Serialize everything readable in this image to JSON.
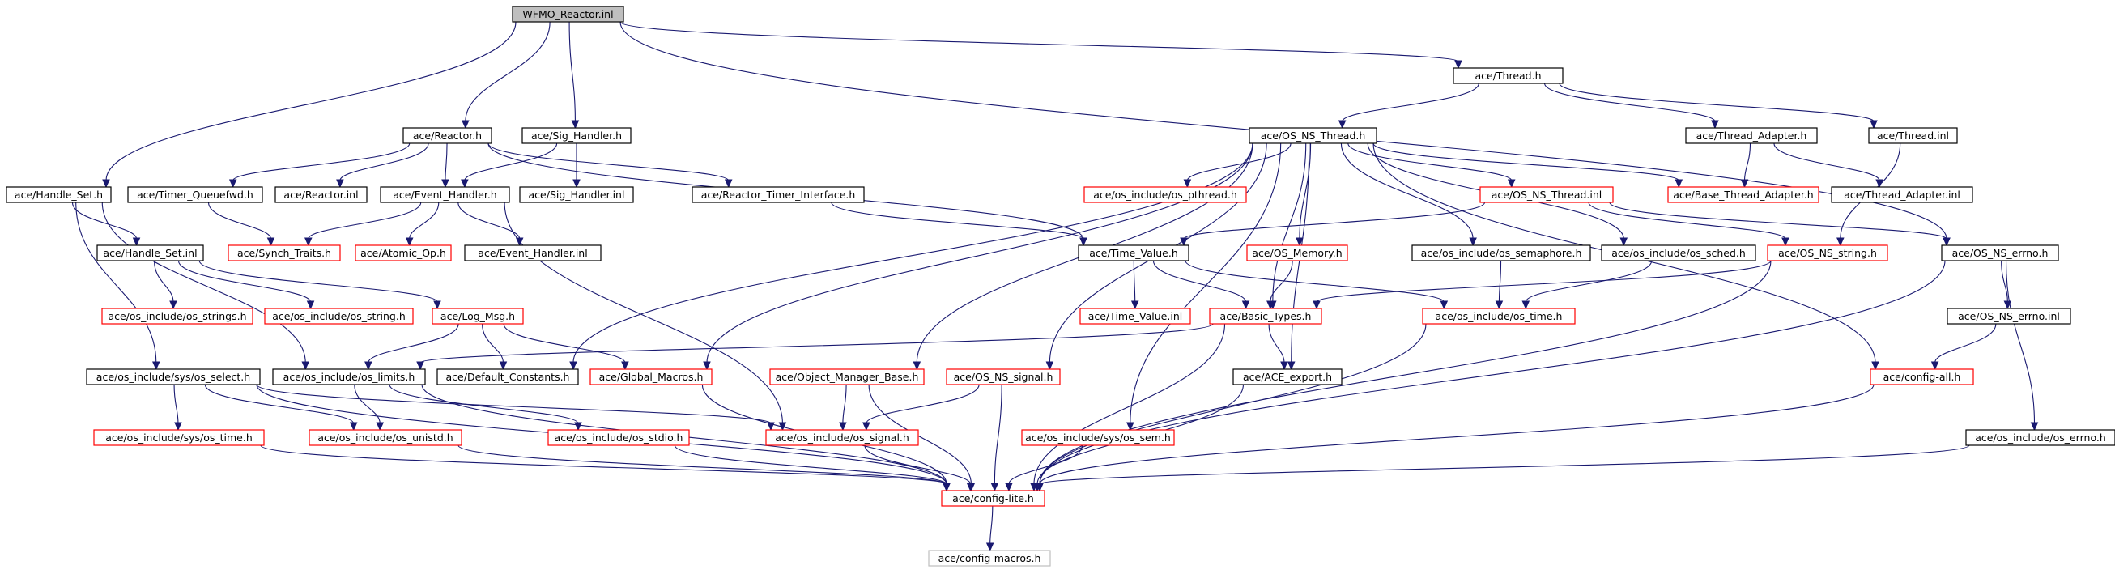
{
  "graph": {
    "edge_color": "#191970",
    "node_border_colors": {
      "normal": "#000000",
      "truncated": "#ff0000",
      "external": "#bfbfbf",
      "root_fill": "#bfbfbf"
    },
    "nodes": [
      {
        "id": "wfmo",
        "label": "WFMO_Reactor.inl",
        "status": "root"
      },
      {
        "id": "thread_h",
        "label": "ace/Thread.h",
        "status": "normal"
      },
      {
        "id": "reactor_h",
        "label": "ace/Reactor.h",
        "status": "normal"
      },
      {
        "id": "sighandler_h",
        "label": "ace/Sig_Handler.h",
        "status": "normal"
      },
      {
        "id": "osns_thread_h",
        "label": "ace/OS_NS_Thread.h",
        "status": "normal"
      },
      {
        "id": "thread_adapter_h",
        "label": "ace/Thread_Adapter.h",
        "status": "normal"
      },
      {
        "id": "thread_inl",
        "label": "ace/Thread.inl",
        "status": "normal"
      },
      {
        "id": "handle_set_h",
        "label": "ace/Handle_Set.h",
        "status": "normal"
      },
      {
        "id": "timer_queuefwd_h",
        "label": "ace/Timer_Queuefwd.h",
        "status": "normal"
      },
      {
        "id": "reactor_inl",
        "label": "ace/Reactor.inl",
        "status": "normal"
      },
      {
        "id": "event_handler_h",
        "label": "ace/Event_Handler.h",
        "status": "normal"
      },
      {
        "id": "sighandler_inl",
        "label": "ace/Sig_Handler.inl",
        "status": "normal"
      },
      {
        "id": "reactor_timer_if_h",
        "label": "ace/Reactor_Timer_Interface.h",
        "status": "normal"
      },
      {
        "id": "os_pthread_h",
        "label": "ace/os_include/os_pthread.h",
        "status": "truncated"
      },
      {
        "id": "osns_thread_inl",
        "label": "ace/OS_NS_Thread.inl",
        "status": "truncated"
      },
      {
        "id": "base_thread_adapter_h",
        "label": "ace/Base_Thread_Adapter.h",
        "status": "truncated"
      },
      {
        "id": "thread_adapter_inl",
        "label": "ace/Thread_Adapter.inl",
        "status": "normal"
      },
      {
        "id": "handle_set_inl",
        "label": "ace/Handle_Set.inl",
        "status": "normal"
      },
      {
        "id": "synch_traits_h",
        "label": "ace/Synch_Traits.h",
        "status": "truncated"
      },
      {
        "id": "atomic_op_h",
        "label": "ace/Atomic_Op.h",
        "status": "truncated"
      },
      {
        "id": "event_handler_inl",
        "label": "ace/Event_Handler.inl",
        "status": "normal"
      },
      {
        "id": "time_value_h",
        "label": "ace/Time_Value.h",
        "status": "normal"
      },
      {
        "id": "os_memory_h",
        "label": "ace/OS_Memory.h",
        "status": "truncated"
      },
      {
        "id": "os_semaphore_h",
        "label": "ace/os_include/os_semaphore.h",
        "status": "normal"
      },
      {
        "id": "os_sched_h",
        "label": "ace/os_include/os_sched.h",
        "status": "normal"
      },
      {
        "id": "osns_string_h",
        "label": "ace/OS_NS_string.h",
        "status": "truncated"
      },
      {
        "id": "osns_errno_h",
        "label": "ace/OS_NS_errno.h",
        "status": "normal"
      },
      {
        "id": "os_strings_h",
        "label": "ace/os_include/os_strings.h",
        "status": "truncated"
      },
      {
        "id": "os_string_h",
        "label": "ace/os_include/os_string.h",
        "status": "truncated"
      },
      {
        "id": "log_msg_h",
        "label": "ace/Log_Msg.h",
        "status": "truncated"
      },
      {
        "id": "time_value_inl",
        "label": "ace/Time_Value.inl",
        "status": "truncated"
      },
      {
        "id": "basic_types_h",
        "label": "ace/Basic_Types.h",
        "status": "truncated"
      },
      {
        "id": "os_time_h",
        "label": "ace/os_include/os_time.h",
        "status": "truncated"
      },
      {
        "id": "osns_errno_inl",
        "label": "ace/OS_NS_errno.inl",
        "status": "normal"
      },
      {
        "id": "os_select_h",
        "label": "ace/os_include/sys/os_select.h",
        "status": "normal"
      },
      {
        "id": "os_limits_h",
        "label": "ace/os_include/os_limits.h",
        "status": "normal"
      },
      {
        "id": "default_constants_h",
        "label": "ace/Default_Constants.h",
        "status": "normal"
      },
      {
        "id": "global_macros_h",
        "label": "ace/Global_Macros.h",
        "status": "truncated"
      },
      {
        "id": "object_manager_base_h",
        "label": "ace/Object_Manager_Base.h",
        "status": "truncated"
      },
      {
        "id": "osns_signal_h",
        "label": "ace/OS_NS_signal.h",
        "status": "truncated"
      },
      {
        "id": "ace_export_h",
        "label": "ace/ACE_export.h",
        "status": "normal"
      },
      {
        "id": "config_all_h",
        "label": "ace/config-all.h",
        "status": "truncated"
      },
      {
        "id": "sys_os_time_h",
        "label": "ace/os_include/sys/os_time.h",
        "status": "truncated"
      },
      {
        "id": "os_unistd_h",
        "label": "ace/os_include/os_unistd.h",
        "status": "truncated"
      },
      {
        "id": "os_stdio_h",
        "label": "ace/os_include/os_stdio.h",
        "status": "truncated"
      },
      {
        "id": "os_signal_h",
        "label": "ace/os_include/os_signal.h",
        "status": "truncated"
      },
      {
        "id": "sys_os_sem_h",
        "label": "ace/os_include/sys/os_sem.h",
        "status": "truncated"
      },
      {
        "id": "os_errno_h",
        "label": "ace/os_include/os_errno.h",
        "status": "normal"
      },
      {
        "id": "config_lite_h",
        "label": "ace/config-lite.h",
        "status": "truncated"
      },
      {
        "id": "config_macros_h",
        "label": "ace/config-macros.h",
        "status": "external"
      }
    ],
    "edges": [
      [
        "wfmo",
        "reactor_h"
      ],
      [
        "wfmo",
        "sighandler_h"
      ],
      [
        "wfmo",
        "handle_set_h"
      ],
      [
        "wfmo",
        "thread_h"
      ],
      [
        "wfmo",
        "osns_errno_h"
      ],
      [
        "thread_h",
        "osns_thread_h"
      ],
      [
        "thread_h",
        "thread_adapter_h"
      ],
      [
        "thread_h",
        "thread_inl"
      ],
      [
        "thread_adapter_h",
        "base_thread_adapter_h"
      ],
      [
        "thread_adapter_h",
        "thread_adapter_inl"
      ],
      [
        "thread_inl",
        "osns_string_h"
      ],
      [
        "reactor_h",
        "timer_queuefwd_h"
      ],
      [
        "reactor_h",
        "reactor_inl"
      ],
      [
        "reactor_h",
        "event_handler_h"
      ],
      [
        "reactor_h",
        "reactor_timer_if_h"
      ],
      [
        "reactor_h",
        "time_value_h"
      ],
      [
        "sighandler_h",
        "event_handler_h"
      ],
      [
        "sighandler_h",
        "sighandler_inl"
      ],
      [
        "handle_set_h",
        "handle_set_inl"
      ],
      [
        "handle_set_h",
        "os_select_h"
      ],
      [
        "handle_set_h",
        "os_limits_h"
      ],
      [
        "timer_queuefwd_h",
        "synch_traits_h"
      ],
      [
        "event_handler_h",
        "synch_traits_h"
      ],
      [
        "event_handler_h",
        "atomic_op_h"
      ],
      [
        "event_handler_h",
        "event_handler_inl"
      ],
      [
        "event_handler_h",
        "os_signal_h"
      ],
      [
        "reactor_timer_if_h",
        "time_value_h"
      ],
      [
        "osns_thread_h",
        "default_constants_h"
      ],
      [
        "osns_thread_h",
        "global_macros_h"
      ],
      [
        "osns_thread_h",
        "object_manager_base_h"
      ],
      [
        "osns_thread_h",
        "osns_signal_h"
      ],
      [
        "osns_thread_h",
        "sys_os_sem_h"
      ],
      [
        "osns_thread_h",
        "ace_export_h"
      ],
      [
        "osns_thread_h",
        "basic_types_h"
      ],
      [
        "osns_thread_h",
        "os_pthread_h"
      ],
      [
        "osns_thread_h",
        "os_memory_h"
      ],
      [
        "osns_thread_h",
        "os_semaphore_h"
      ],
      [
        "osns_thread_h",
        "os_sched_h"
      ],
      [
        "osns_thread_h",
        "osns_thread_inl"
      ],
      [
        "osns_thread_h",
        "base_thread_adapter_h"
      ],
      [
        "osns_thread_h",
        "config_all_h"
      ],
      [
        "osns_thread_inl",
        "time_value_h"
      ],
      [
        "osns_thread_inl",
        "osns_string_h"
      ],
      [
        "osns_thread_inl",
        "osns_errno_h"
      ],
      [
        "handle_set_inl",
        "os_strings_h"
      ],
      [
        "handle_set_inl",
        "os_string_h"
      ],
      [
        "handle_set_inl",
        "log_msg_h"
      ],
      [
        "log_msg_h",
        "os_limits_h"
      ],
      [
        "log_msg_h",
        "default_constants_h"
      ],
      [
        "log_msg_h",
        "global_macros_h"
      ],
      [
        "time_value_h",
        "time_value_inl"
      ],
      [
        "time_value_h",
        "basic_types_h"
      ],
      [
        "time_value_h",
        "os_time_h"
      ],
      [
        "os_memory_h",
        "basic_types_h"
      ],
      [
        "os_semaphore_h",
        "os_time_h"
      ],
      [
        "os_sched_h",
        "os_time_h"
      ],
      [
        "osns_string_h",
        "basic_types_h"
      ],
      [
        "osns_string_h",
        "config_lite_h"
      ],
      [
        "osns_errno_h",
        "osns_errno_inl"
      ],
      [
        "osns_errno_h",
        "os_errno_h"
      ],
      [
        "osns_errno_h",
        "config_lite_h"
      ],
      [
        "osns_errno_inl",
        "config_all_h"
      ],
      [
        "basic_types_h",
        "ace_export_h"
      ],
      [
        "basic_types_h",
        "os_limits_h"
      ],
      [
        "basic_types_h",
        "config_lite_h"
      ],
      [
        "os_time_h",
        "config_lite_h"
      ],
      [
        "os_select_h",
        "sys_os_time_h"
      ],
      [
        "os_select_h",
        "os_unistd_h"
      ],
      [
        "os_select_h",
        "os_signal_h"
      ],
      [
        "os_select_h",
        "config_lite_h"
      ],
      [
        "os_limits_h",
        "os_unistd_h"
      ],
      [
        "os_limits_h",
        "os_stdio_h"
      ],
      [
        "os_limits_h",
        "config_lite_h"
      ],
      [
        "global_macros_h",
        "config_lite_h"
      ],
      [
        "object_manager_base_h",
        "os_signal_h"
      ],
      [
        "object_manager_base_h",
        "config_lite_h"
      ],
      [
        "osns_signal_h",
        "os_signal_h"
      ],
      [
        "osns_signal_h",
        "config_lite_h"
      ],
      [
        "ace_export_h",
        "config_lite_h"
      ],
      [
        "config_all_h",
        "config_lite_h"
      ],
      [
        "sys_os_time_h",
        "config_lite_h"
      ],
      [
        "os_unistd_h",
        "config_lite_h"
      ],
      [
        "os_stdio_h",
        "config_lite_h"
      ],
      [
        "os_signal_h",
        "config_lite_h"
      ],
      [
        "sys_os_sem_h",
        "config_lite_h"
      ],
      [
        "os_errno_h",
        "config_lite_h"
      ],
      [
        "config_lite_h",
        "config_macros_h"
      ]
    ]
  }
}
